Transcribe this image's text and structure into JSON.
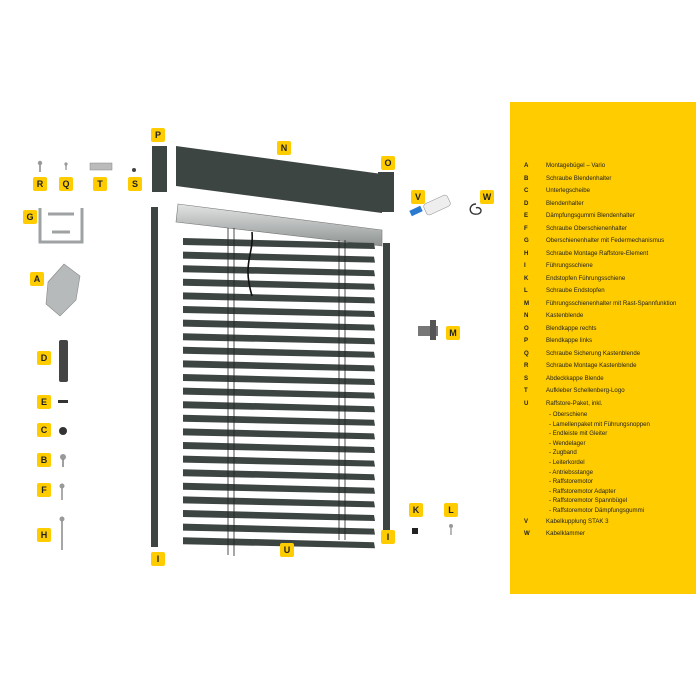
{
  "parts": {
    "A": "Montagebügel – Vario",
    "B": "Schraube Blendenhalter",
    "C": "Unterlegscheibe",
    "D": "Blendenhalter",
    "E": "Dämpfungsgummi Blendenhalter",
    "F": "Schraube Oberschienenhalter",
    "G": "Oberschienenhalter mit Federmechanismus",
    "H": "Schraube Montage Raffstore-Element",
    "I": "Führungsschiene",
    "K": "Endstopfen Führungsschiene",
    "L": "Schraube Endstopfen",
    "M": "Führungsschienenhalter mit Rast-Spannfunktion",
    "N": "Kastenblende",
    "O": "Blendkappe rechts",
    "P": "Blendkappe links",
    "Q": "Schraube Sicherung Kastenblende",
    "R": "Schraube Montage Kastenblende",
    "S": "Abdeckkappe Blende",
    "T": "Aufkleber Schellenberg-Logo",
    "U": "Raffstore-Paket, inkl.",
    "V": "Kabelkupplung STAK 3",
    "W": "Kabelklammer"
  },
  "legend_order": [
    "A",
    "B",
    "C",
    "D",
    "E",
    "F",
    "G",
    "H",
    "I",
    "K",
    "L",
    "M",
    "N",
    "O",
    "P",
    "Q",
    "R",
    "S",
    "T",
    "U"
  ],
  "legend_tail": [
    "V",
    "W"
  ],
  "u_subitems": [
    "- Oberschiene",
    "- Lamellenpaket mit Führungsnoppen",
    "- Endleiste mit Gleiter",
    "- Wendelager",
    "- Zugband",
    "- Leiterkordel",
    "- Antriebsstange",
    "- Raffstoremotor",
    "- Raffstoremotor Adapter",
    "- Raffstoremotor Spannbügel",
    "- Raffstoremotor Dämpfungsgummi"
  ],
  "callouts": [
    "P",
    "N",
    "O",
    "R",
    "Q",
    "T",
    "S",
    "V",
    "W",
    "G",
    "A",
    "M",
    "D",
    "E",
    "C",
    "B",
    "F",
    "H",
    "I",
    "U",
    "I",
    "K",
    "L"
  ],
  "slat_count": 23,
  "colors": {
    "accent": "#ffcc00",
    "part": "#3d4542",
    "rail": "#a8acaa",
    "metal": "#b8bcbd"
  }
}
